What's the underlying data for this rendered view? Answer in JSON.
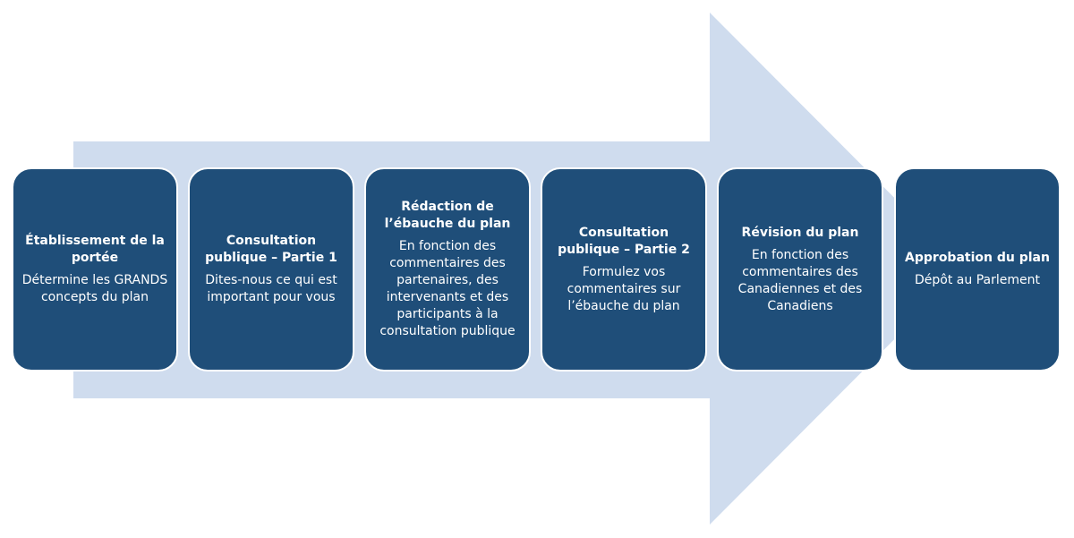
{
  "colors": {
    "arrow": "#cfdcee",
    "box": "#1f4e79",
    "text": "#ffffff"
  },
  "steps": [
    {
      "title": "Établissement de la portée",
      "description": "Détermine les GRANDS concepts du plan"
    },
    {
      "title": "Consultation publique – Partie 1",
      "description": "Dites-nous ce qui est important pour vous"
    },
    {
      "title": "Rédaction de l’ébauche du plan",
      "description": "En fonction des commentaires des partenaires, des intervenants et des participants à la consultation publique"
    },
    {
      "title": "Consultation publique – Partie 2",
      "description": "Formulez vos commentaires sur l’ébauche du plan"
    },
    {
      "title": "Révision du plan",
      "description": "En fonction des commentaires des Canadiennes et des Canadiens"
    },
    {
      "title": "Approbation du plan",
      "description": "Dépôt au Parlement"
    }
  ]
}
